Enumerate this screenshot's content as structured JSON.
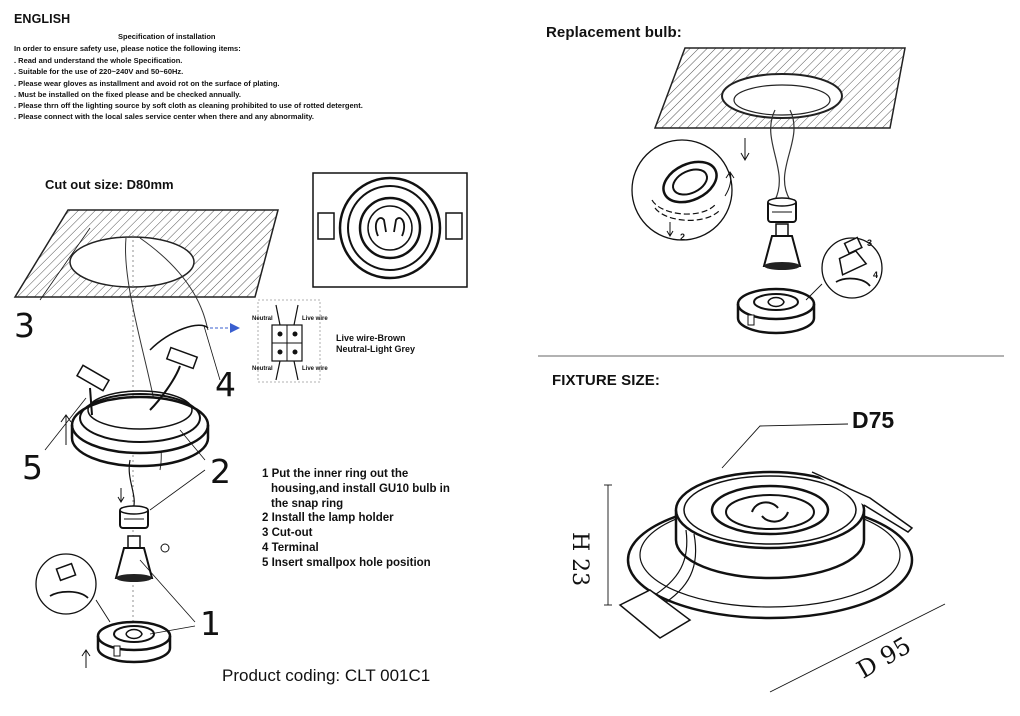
{
  "language": "ENGLISH",
  "spec": {
    "title": "Specification of installation",
    "intro": "In order to ensure safety use, please notice the following items:",
    "items": [
      "Read and understand the whole Specification.",
      "Suitable for the use of 220~240V and 50~60Hz.",
      "Please wear gloves as installment and avoid rot on the surface of plating.",
      "Must be installed on the fixed please and be checked annually.",
      "Please thrn off the lighting source by soft cloth as cleaning prohibited to use of rotted detergent.",
      "Please connect with the local sales service center when there and any abnormality."
    ]
  },
  "install": {
    "cutout_label": "Cut out size: D80mm",
    "wiring": {
      "live_label": "Live wire-Brown",
      "neutral_label": "Neutral-Light Grey",
      "neutral_small": "Neutral",
      "live_small": "Live wire"
    },
    "callouts": [
      "1",
      "2",
      "3",
      "4",
      "5"
    ],
    "steps": [
      {
        "n": "1",
        "lines": [
          "1 Put the inner ring out the",
          "housing,and install GU10 bulb in",
          "the snap ring"
        ]
      },
      {
        "n": "2",
        "lines": [
          "2 Install the lamp holder"
        ]
      },
      {
        "n": "3",
        "lines": [
          "3 Cut-out"
        ]
      },
      {
        "n": "4",
        "lines": [
          "4 Terminal"
        ]
      },
      {
        "n": "5",
        "lines": [
          "5 Insert smallpox hole position"
        ]
      }
    ],
    "product_coding": "Product coding: CLT 001C1"
  },
  "replacement": {
    "title": "Replacement bulb:",
    "callouts": [
      "2",
      "3",
      "4"
    ]
  },
  "fixture": {
    "title": "FIXTURE SIZE:",
    "d75": "D75",
    "h23": "H 23",
    "d95": "D 95"
  }
}
